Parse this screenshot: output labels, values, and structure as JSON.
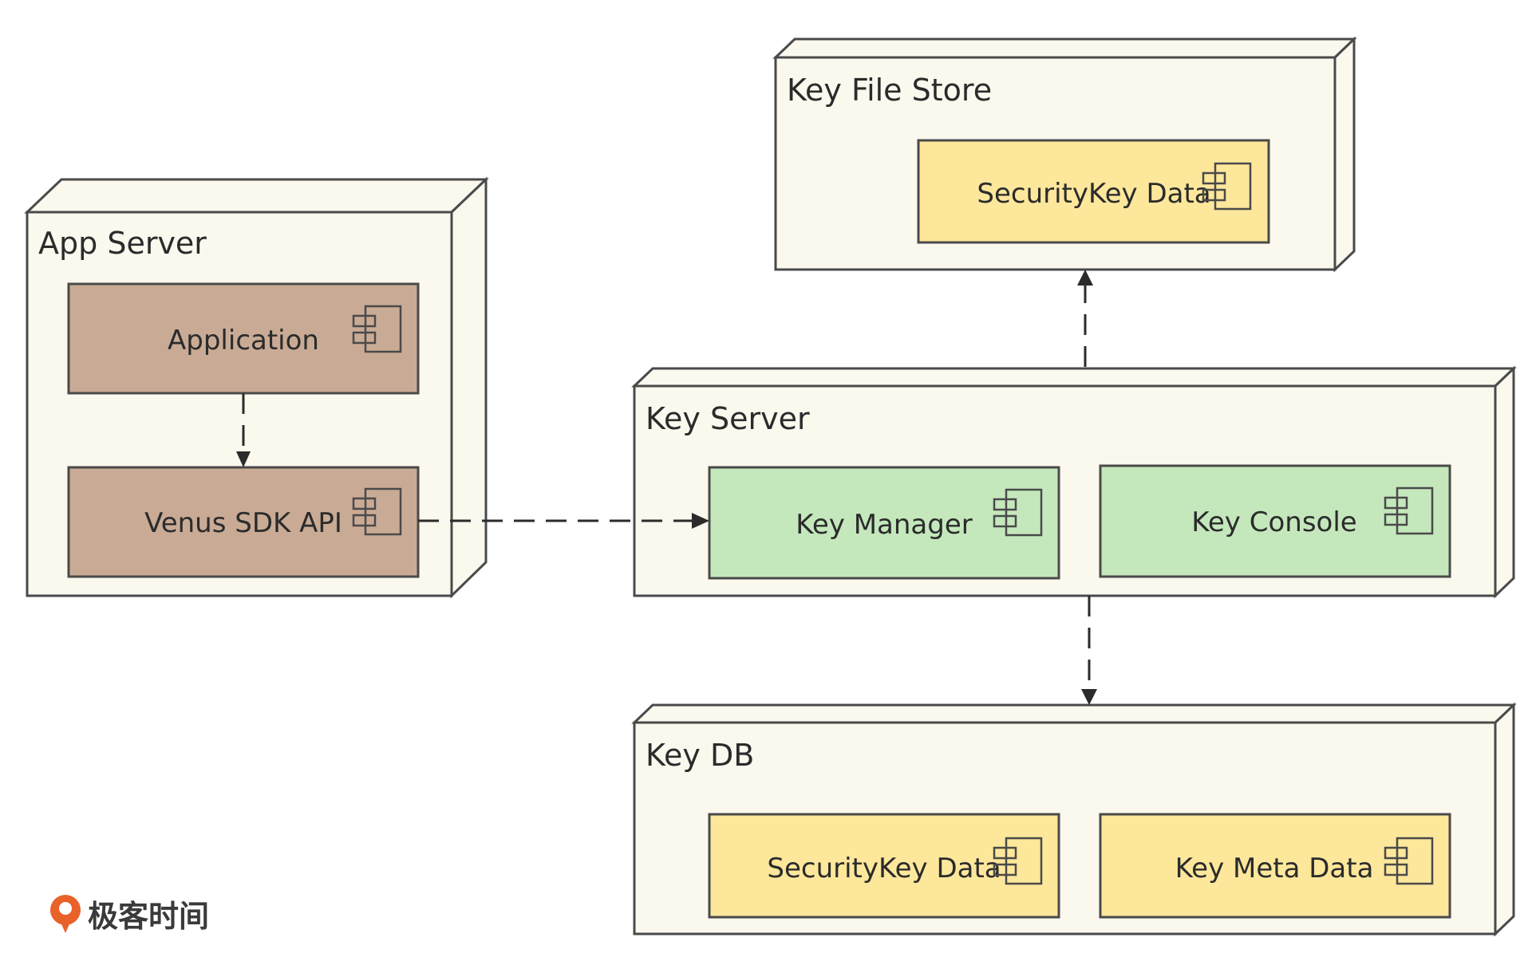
{
  "nodes": {
    "app_server": {
      "title": "App Server",
      "components": {
        "application": "Application",
        "venus_sdk_api": "Venus SDK API"
      }
    },
    "key_file_store": {
      "title": "Key File Store",
      "components": {
        "security_key_data": "SecurityKey Data"
      }
    },
    "key_server": {
      "title": "Key Server",
      "components": {
        "key_manager": "Key Manager",
        "key_console": "Key Console"
      }
    },
    "key_db": {
      "title": "Key DB",
      "components": {
        "security_key_data": "SecurityKey Data",
        "key_meta_data": "Key Meta Data"
      }
    }
  },
  "colors": {
    "node_fill": "#fbf8ee",
    "brown_component": "#c9ab95",
    "green_component": "#c4e8bc",
    "yellow_component": "#fde79b",
    "logo_orange": "#e8622a"
  },
  "icons": [
    "component-icon",
    "geektime-logo-icon"
  ],
  "logo": {
    "text": "极客时间"
  }
}
